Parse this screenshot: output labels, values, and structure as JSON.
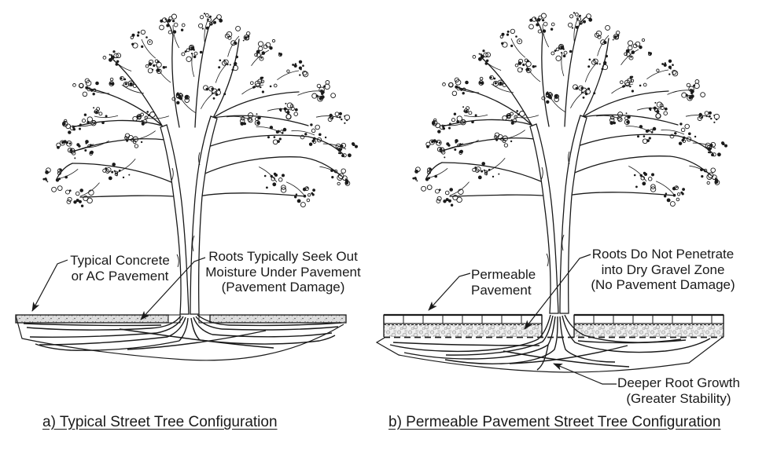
{
  "colors": {
    "line": "#1a1a1a",
    "background": "#ffffff",
    "concrete_fill": "#dedede",
    "gravel_fill": "#f1f1f1"
  },
  "panels": {
    "a": {
      "caption": "a) Typical Street Tree Configuration",
      "pavement_label": {
        "line1": "Typical Concrete",
        "line2": "or AC Pavement"
      },
      "roots_label": {
        "line1": "Roots Typically Seek Out",
        "line2": "Moisture Under Pavement",
        "line3": "(Pavement Damage)"
      }
    },
    "b": {
      "caption": "b) Permeable Pavement Street Tree Configuration",
      "pavement_label": {
        "line1": "Permeable",
        "line2": "Pavement"
      },
      "roots_label": {
        "line1": "Roots Do Not Penetrate",
        "line2": "into Dry Gravel Zone",
        "line3": "(No Pavement Damage)"
      },
      "deep_roots_label": {
        "line1": "Deeper Root Growth",
        "line2": "(Greater Stability)"
      }
    }
  }
}
